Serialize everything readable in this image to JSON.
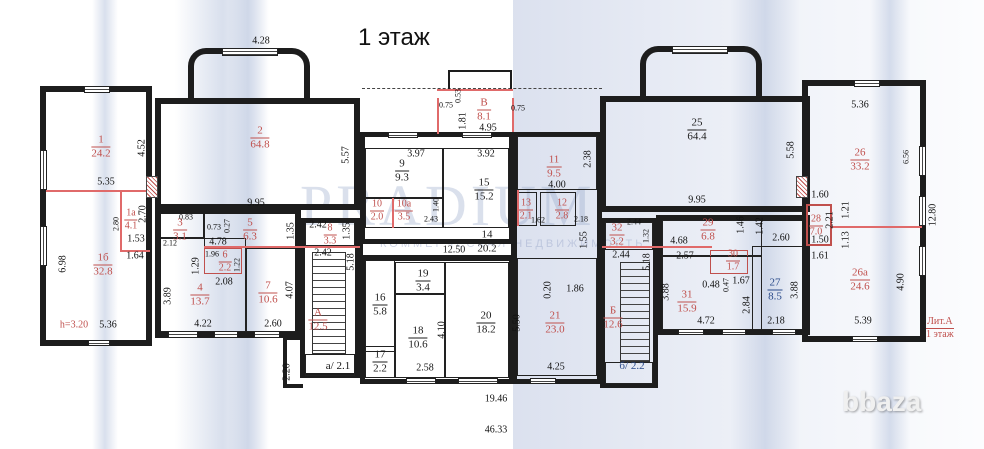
{
  "title": "1 этаж",
  "watermark": {
    "main": "PRADIUM",
    "sub": "КОММЕРЧЕСКАЯ НЕДВИЖИМОСТЬ"
  },
  "site_watermark": "bbaza",
  "legend": {
    "line1": "Лит.А",
    "line2": "1 этаж"
  },
  "colors": {
    "wall": "#1d1d1d",
    "red_label": "#c0504d",
    "blue_label": "#2a4a8a",
    "red_partition": "#e06a6a"
  },
  "rooms": [
    {
      "id": "1",
      "area": "24.2",
      "color": "red"
    },
    {
      "id": "1а",
      "area": "4.1",
      "color": "red"
    },
    {
      "id": "1б",
      "area": "32.8",
      "color": "red"
    },
    {
      "id": "2",
      "area": "64.8",
      "color": "red"
    },
    {
      "id": "3",
      "area": "3.1",
      "color": "red"
    },
    {
      "id": "4",
      "area": "13.7",
      "color": "red"
    },
    {
      "id": "5",
      "area": "6.3",
      "color": "red"
    },
    {
      "id": "6",
      "area": "2.2",
      "color": "red"
    },
    {
      "id": "7",
      "area": "10.6",
      "color": "red"
    },
    {
      "id": "8",
      "area": "3.3",
      "color": "red"
    },
    {
      "id": "A",
      "area": "12.5",
      "color": "red"
    },
    {
      "id": "а",
      "area": "2.1",
      "color": "black"
    },
    {
      "id": "В",
      "area": "8.1",
      "color": "red"
    },
    {
      "id": "9",
      "area": "9.3",
      "color": "black"
    },
    {
      "id": "10",
      "area": "2.0",
      "color": "red"
    },
    {
      "id": "10а",
      "area": "3.5",
      "color": "red"
    },
    {
      "id": "11",
      "area": "9.5",
      "color": "red"
    },
    {
      "id": "12",
      "area": "2.8",
      "color": "red"
    },
    {
      "id": "13",
      "area": "2.1",
      "color": "red"
    },
    {
      "id": "14",
      "area": "20.2",
      "color": "black"
    },
    {
      "id": "15",
      "area": "15.2",
      "color": "black"
    },
    {
      "id": "16",
      "area": "5.8",
      "color": "black"
    },
    {
      "id": "17",
      "area": "2.2",
      "color": "black"
    },
    {
      "id": "18",
      "area": "10.6",
      "color": "black"
    },
    {
      "id": "19",
      "area": "3.4",
      "color": "black"
    },
    {
      "id": "20",
      "area": "18.2",
      "color": "black"
    },
    {
      "id": "21",
      "area": "23.0",
      "color": "red"
    },
    {
      "id": "25",
      "area": "64.4",
      "color": "black"
    },
    {
      "id": "26",
      "area": "33.2",
      "color": "red"
    },
    {
      "id": "26а",
      "area": "24.6",
      "color": "red"
    },
    {
      "id": "27",
      "area": "8.5",
      "color": "blue"
    },
    {
      "id": "28",
      "area": "7.0",
      "color": "red"
    },
    {
      "id": "29",
      "area": "6.8",
      "color": "red"
    },
    {
      "id": "30",
      "area": "1.7",
      "color": "red"
    },
    {
      "id": "31",
      "area": "15.9",
      "color": "red"
    },
    {
      "id": "32",
      "area": "3.2",
      "color": "red"
    },
    {
      "id": "Б",
      "area": "12.6",
      "color": "red"
    },
    {
      "id": "б",
      "area": "2.2",
      "color": "blue"
    }
  ],
  "dimensions": {
    "d428": "4.28",
    "d452": "4.52",
    "d557": "5.57",
    "d535": "5.35",
    "d280": "2.80",
    "d270": "2.70",
    "d153": "1.53",
    "d164": "1.64",
    "d698": "6.98",
    "h320": "h=3.20",
    "d536b": "5.36",
    "d995a": "9.95",
    "d083": "0.83",
    "d073": "0.73",
    "d027": "0.27",
    "d212": "2.12",
    "d478": "4.78",
    "d135a": "1.35",
    "d129": "1.29",
    "d196": "1.96",
    "d122": "1.22",
    "d208": "2.08",
    "d389": "3.89",
    "d407": "4.07",
    "d422": "4.22",
    "d260": "2.60",
    "d220": "2.20",
    "d242a": "2.42",
    "d135b": "1.35",
    "d242b": "2.42",
    "d518a": "5.18",
    "d075a": "0.75",
    "d053": "0.53",
    "d075b": "0.75",
    "d181": "1.81",
    "d495": "4.95",
    "d397": "3.97",
    "d392": "3.92",
    "d243": "2.43",
    "d140": "1.40",
    "d1250": "12.50",
    "d410": "4.10",
    "d258": "2.58",
    "d1946": "19.46",
    "d4633": "46.33",
    "d238": "2.38",
    "d400": "4.00",
    "d162": "1.62",
    "d218a": "2.18",
    "d155": "1.55",
    "d020": "0.20",
    "d186": "1.86",
    "d550": "5.50",
    "d425": "4.25",
    "d558": "5.58",
    "d536": "5.36",
    "d656": "6.56",
    "d1280": "12.80",
    "d160": "1.60",
    "d221": "2.21",
    "d121": "1.21",
    "d995b": "9.95",
    "d244a": "2.44",
    "d132": "1.32",
    "d244b": "2.44",
    "d518b": "5.18",
    "d468": "4.68",
    "d257": "2.57",
    "d146": "1.46",
    "d142": "1.42",
    "d260b": "2.60",
    "d150": "1.50",
    "d161": "1.61",
    "d113": "1.13",
    "d388a": "3.88",
    "d048": "0.48",
    "d047": "0.47",
    "d167": "1.67",
    "d284": "2.84",
    "d388b": "3.88",
    "d472": "4.72",
    "d218b": "2.18",
    "d539": "5.39",
    "d490": "4.90"
  }
}
